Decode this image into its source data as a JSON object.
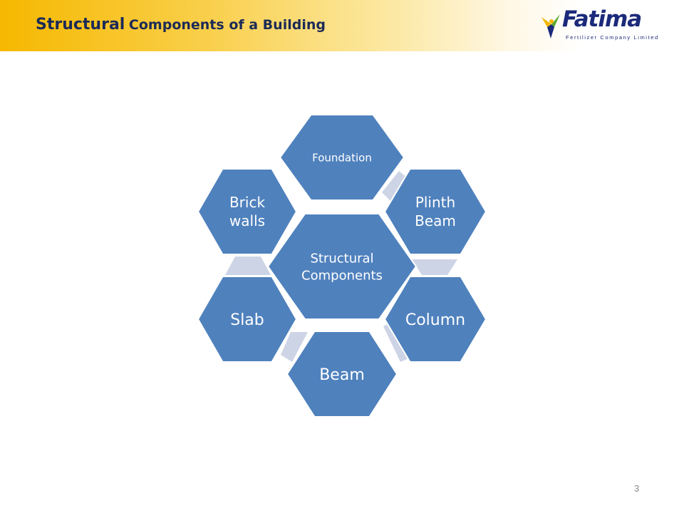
{
  "header": {
    "title_lead": "Structural",
    "title_rest": "Components of a Building"
  },
  "logo": {
    "wordmark": "Fatima",
    "subtitle": "Fertilizer Company Limited",
    "colors": {
      "navy": "#1b2a7a",
      "gold": "#f2b705",
      "green": "#5aa832"
    }
  },
  "diagram": {
    "center": {
      "lines": [
        "Structural",
        "Components"
      ]
    },
    "nodes": [
      {
        "id": "foundation",
        "lines": [
          "Foundation"
        ]
      },
      {
        "id": "plinth-beam",
        "lines": [
          "Plinth",
          "Beam"
        ]
      },
      {
        "id": "column",
        "lines": [
          "Column"
        ]
      },
      {
        "id": "beam",
        "lines": [
          "Beam"
        ]
      },
      {
        "id": "slab",
        "lines": [
          "Slab"
        ]
      },
      {
        "id": "brick-walls",
        "lines": [
          "Brick",
          "walls"
        ]
      }
    ],
    "colors": {
      "hex_fill": "#4f81bd",
      "connector": "#cdd4e6",
      "text": "#ffffff"
    }
  },
  "footer": {
    "page_number": "3"
  }
}
